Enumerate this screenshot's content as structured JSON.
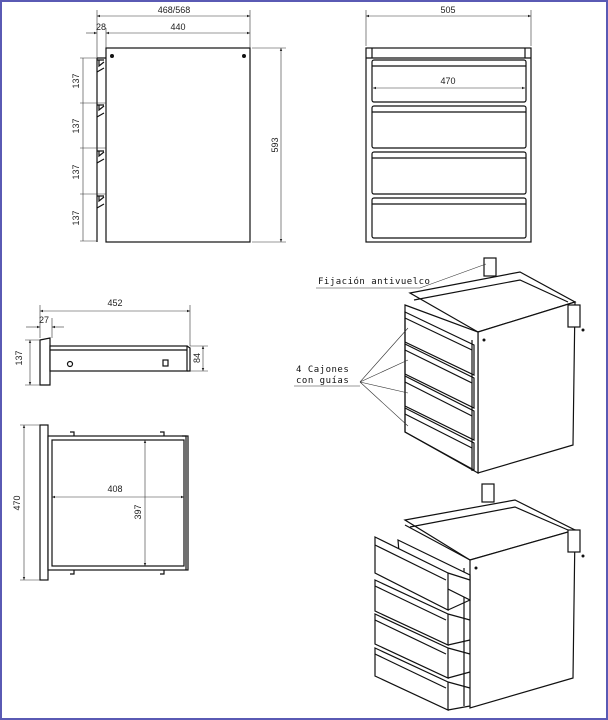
{
  "front_view": {
    "overall_width": "468/568",
    "side_depth": "28",
    "panel_width": "440",
    "height": "593",
    "drawer_heights": [
      "137",
      "137",
      "137",
      "137"
    ]
  },
  "front_elevation": {
    "width": "505",
    "drawer_width": "470"
  },
  "drawer_side": {
    "length": "452",
    "offset": "27",
    "front_height": "137",
    "side_height": "84"
  },
  "drawer_top": {
    "depth": "470",
    "inner_width": "408",
    "inner_depth": "397"
  },
  "annotations": {
    "anti_tip": "Fijación antivuelco",
    "drawers_line1": "4 Cajones",
    "drawers_line2": "con guías"
  },
  "colors": {
    "frame": "#5a5ab4",
    "line": "#111111"
  }
}
